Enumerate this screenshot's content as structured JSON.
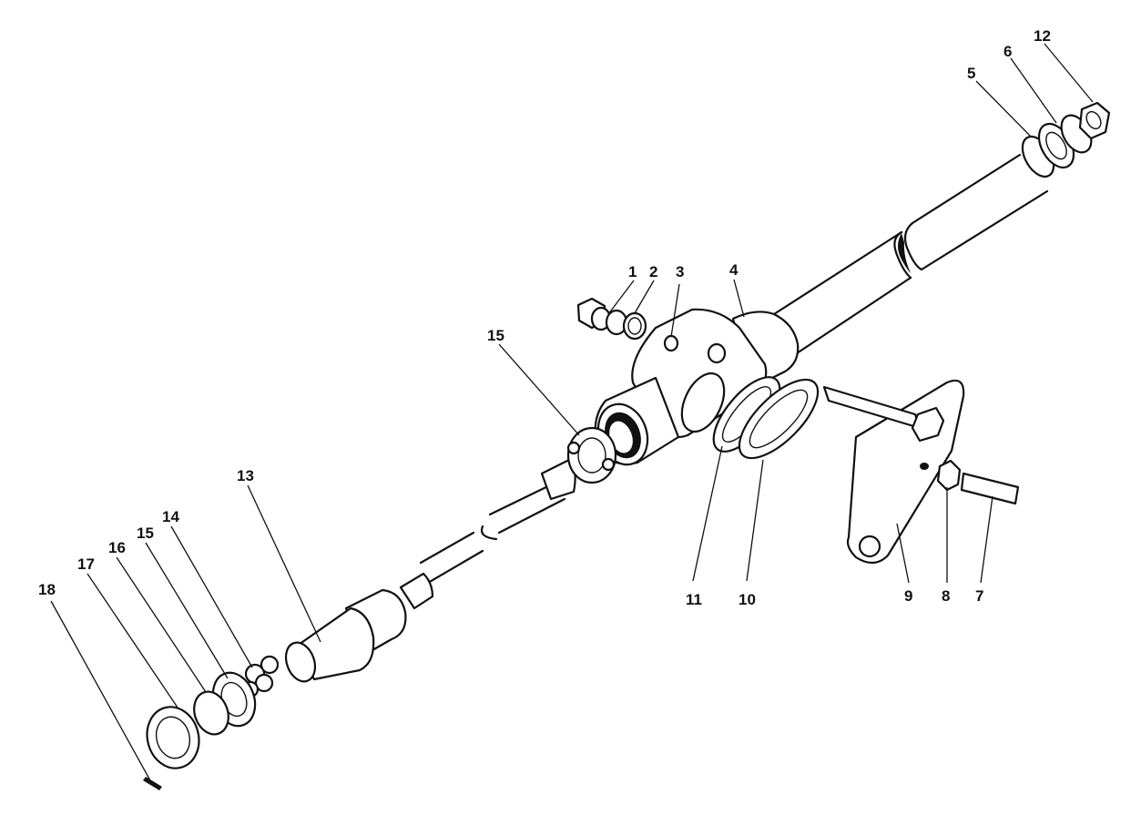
{
  "diagram": {
    "callouts": [
      {
        "id": "c1",
        "text": "1"
      },
      {
        "id": "c2",
        "text": "2"
      },
      {
        "id": "c3",
        "text": "3"
      },
      {
        "id": "c4",
        "text": "4"
      },
      {
        "id": "c5",
        "text": "5"
      },
      {
        "id": "c6",
        "text": "6"
      },
      {
        "id": "c12",
        "text": "12"
      },
      {
        "id": "c15a",
        "text": "15"
      },
      {
        "id": "c13",
        "text": "13"
      },
      {
        "id": "c14",
        "text": "14"
      },
      {
        "id": "c15b",
        "text": "15"
      },
      {
        "id": "c16",
        "text": "16"
      },
      {
        "id": "c17",
        "text": "17"
      },
      {
        "id": "c18",
        "text": "18"
      },
      {
        "id": "c11",
        "text": "11"
      },
      {
        "id": "c10",
        "text": "10"
      },
      {
        "id": "c9",
        "text": "9"
      },
      {
        "id": "c8",
        "text": "8"
      },
      {
        "id": "c7",
        "text": "7"
      }
    ]
  }
}
